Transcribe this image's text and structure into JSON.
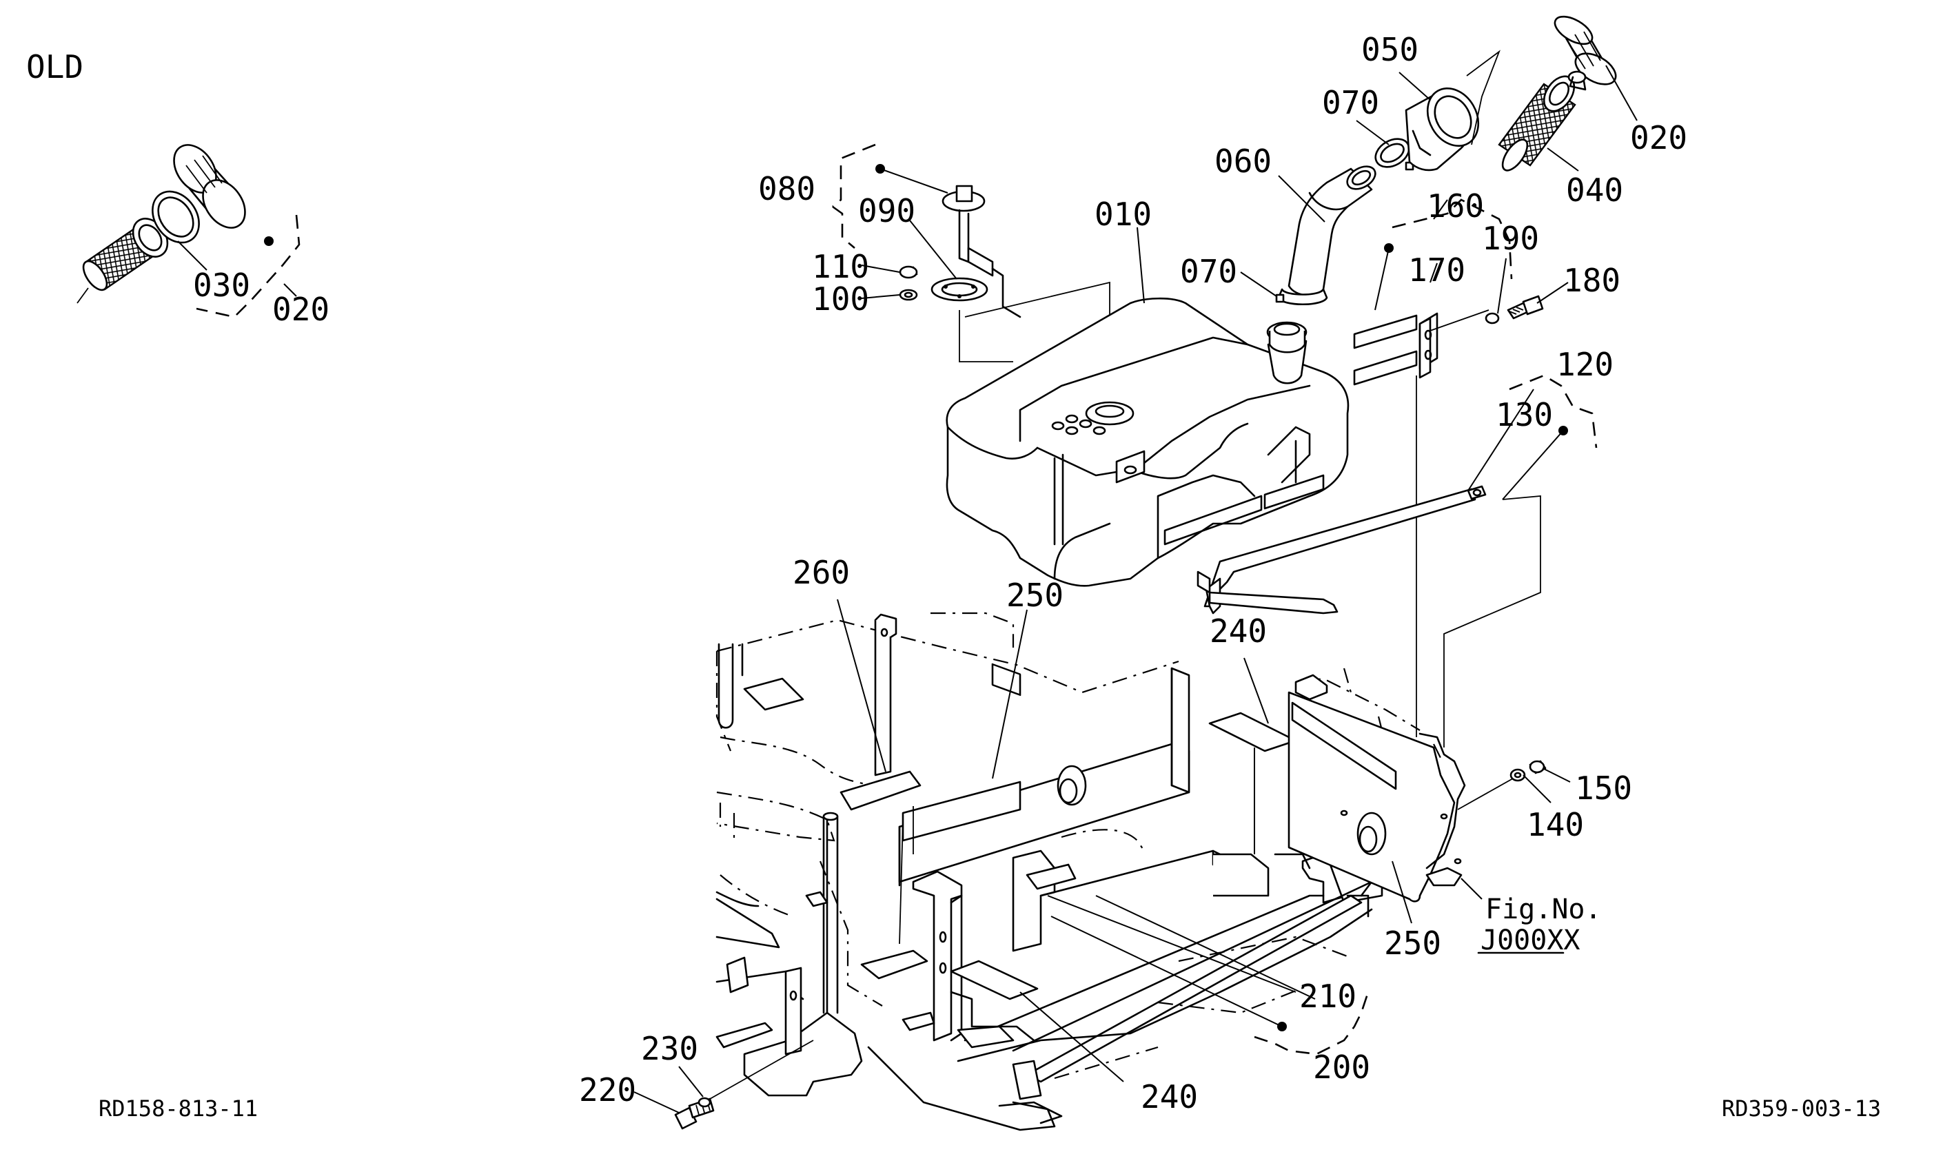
{
  "diagram": {
    "corner_label": "OLD",
    "parts": {
      "p010": "010",
      "p020_old": "020",
      "p020_new": "020",
      "p030": "030",
      "p040": "040",
      "p050": "050",
      "p060": "060",
      "p070_upper": "070",
      "p070_lower": "070",
      "p080": "080",
      "p090": "090",
      "p100": "100",
      "p110": "110",
      "p120": "120",
      "p130": "130",
      "p140": "140",
      "p150": "150",
      "p160": "160",
      "p170": "170",
      "p180": "180",
      "p190": "190",
      "p200": "200",
      "p210": "210",
      "p220": "220",
      "p230": "230",
      "p240_upper": "240",
      "p240_lower": "240",
      "p250_left": "250",
      "p250_right": "250",
      "p260": "260"
    },
    "fig_ref": {
      "caption": "Fig.No.",
      "number": "J000XX"
    },
    "drawing_codes": {
      "left": "RD158-813-11",
      "right": "RD359-003-13"
    }
  }
}
